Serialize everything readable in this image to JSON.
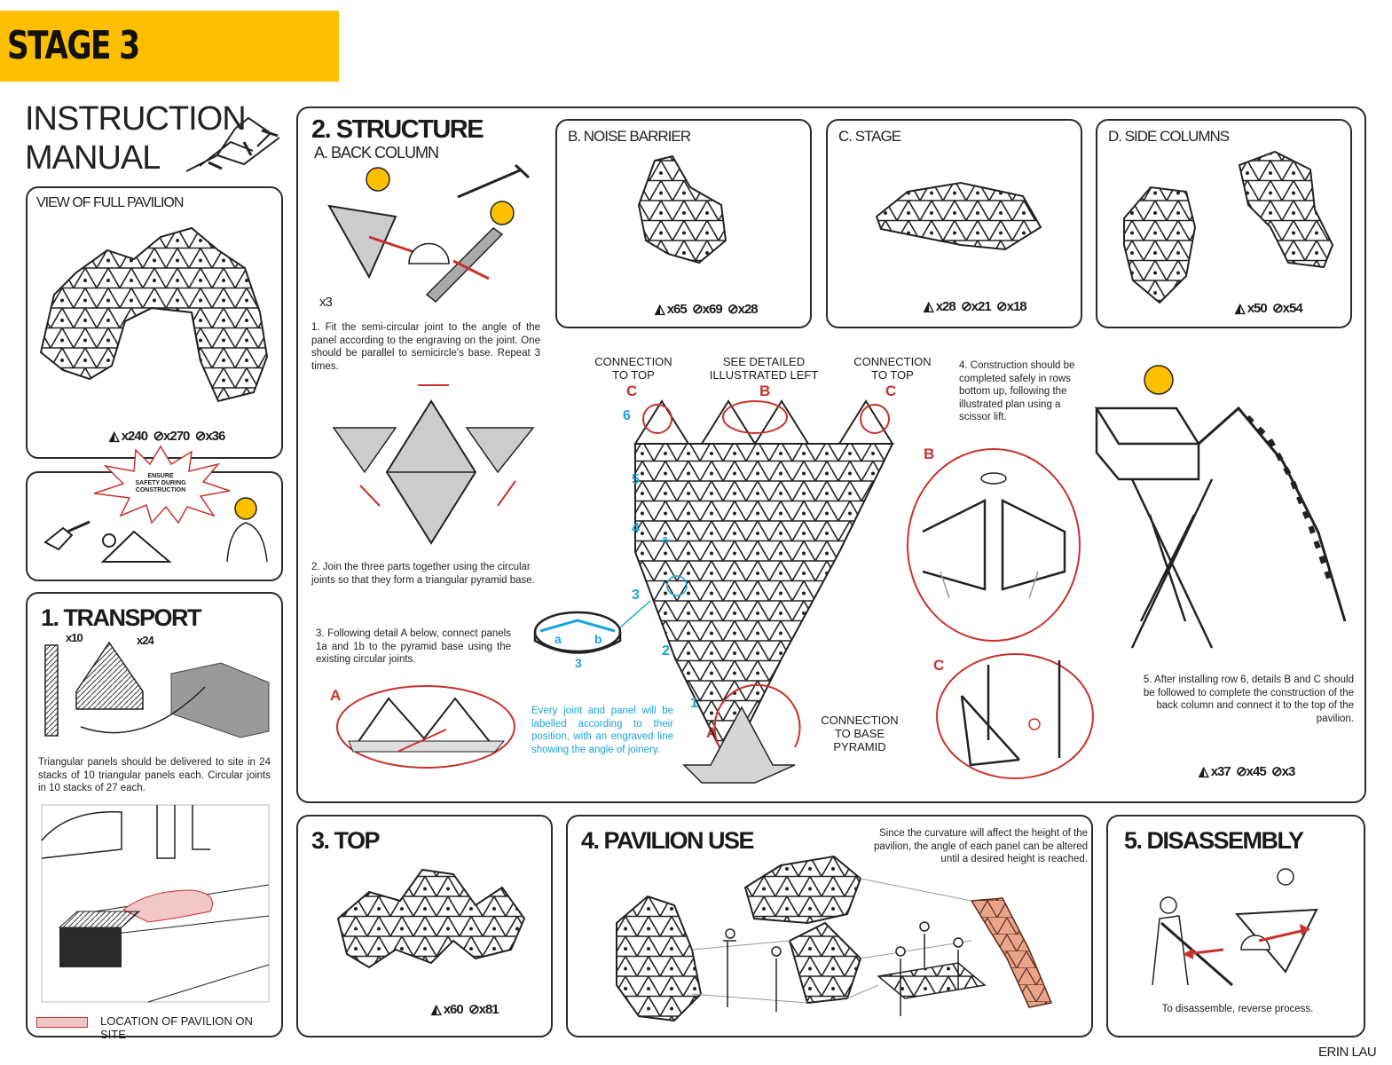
{
  "stage": "STAGE 3",
  "manual": {
    "line1": "INSTRUCTION",
    "line2": "MANUAL"
  },
  "full_pavilion": {
    "title": "VIEW OF FULL PAVILION",
    "c1": "x240",
    "c2": "x270",
    "c3": "x36"
  },
  "safety": {
    "line1": "ENSURE",
    "line2": "SAFETY DURING",
    "line3": "CONSTRUCTION"
  },
  "transport": {
    "title": "1. TRANSPORT",
    "stack_circle": "x10",
    "stack_panel": "x24",
    "text": "Triangular panels should be delivered to site in 24 stacks of 10 triangular panels each. Circular joints in 10 stacks of 27 each.",
    "legend": "LOCATION OF PAVILION ON SITE"
  },
  "structure": {
    "title": "2. STRUCTURE",
    "subtitle": "A. BACK COLUMN",
    "x3": "x3",
    "step1": "1. Fit the semi-circular joint to the angle of the panel according to the engraving on the joint. One should be parallel to semicircle's base. Repeat 3 times.",
    "step2": "2. Join the three parts together using the circular joints so that they form a triangular pyramid base.",
    "step3": "3. Following detail A below, connect panels 1a and 1b to the pyramid base using the existing circular joints.",
    "detail_a": "A",
    "joint_note": "Every joint and panel will be labelled according to their position, with an engraved line showing the angle of joinery.",
    "joint_a": "a",
    "joint_b": "b",
    "joint_3": "3",
    "conn_top_l1": "CONNECTION",
    "conn_top_l2": "TO TOP",
    "see_detail_l1": "SEE DETAILED",
    "see_detail_l2": "ILLUSTRATED LEFT",
    "mark_c": "C",
    "mark_b": "B",
    "mark_a": "A",
    "rows": [
      "6",
      "5",
      "4",
      "3",
      "2",
      "1"
    ],
    "base_l1": "CONNECTION",
    "base_l2": "TO BASE",
    "base_l3": "PYRAMID",
    "step4": "4. Construction should be completed safely in rows bottom up, following the illustrated plan using a scissor lift.",
    "step5": "5. After installing row 6, details B and C should be followed to complete the construction of the back column and connect it to the top of the pavilion.",
    "c1": "x37",
    "c2": "x45",
    "c3": "x3"
  },
  "noise_barrier": {
    "title": "B. NOISE BARRIER",
    "c1": "x65",
    "c2": "x69",
    "c3": "x28"
  },
  "stage_box": {
    "title": "C. STAGE",
    "c1": "x28",
    "c2": "x21",
    "c3": "x18"
  },
  "side_columns": {
    "title": "D. SIDE COLUMNS",
    "c1": "x50",
    "c2": "x54"
  },
  "top": {
    "title": "3. TOP",
    "c1": "x60",
    "c2": "x81"
  },
  "use": {
    "title": "4. PAVILION USE",
    "text": "Since the curvature will affect the height of the pavilion, the angle of each panel can be altered until a desired height is reached."
  },
  "disassembly": {
    "title": "5. DISASSEMBLY",
    "text": "To disassemble, reverse process."
  },
  "author": "ERIN LAU",
  "colors": {
    "banner": "#fdbf00",
    "accent_red": "#c8322c",
    "accent_blue": "#1ba3dc",
    "site_pink": "#f1c7c7",
    "copper": "#e9a48a"
  }
}
